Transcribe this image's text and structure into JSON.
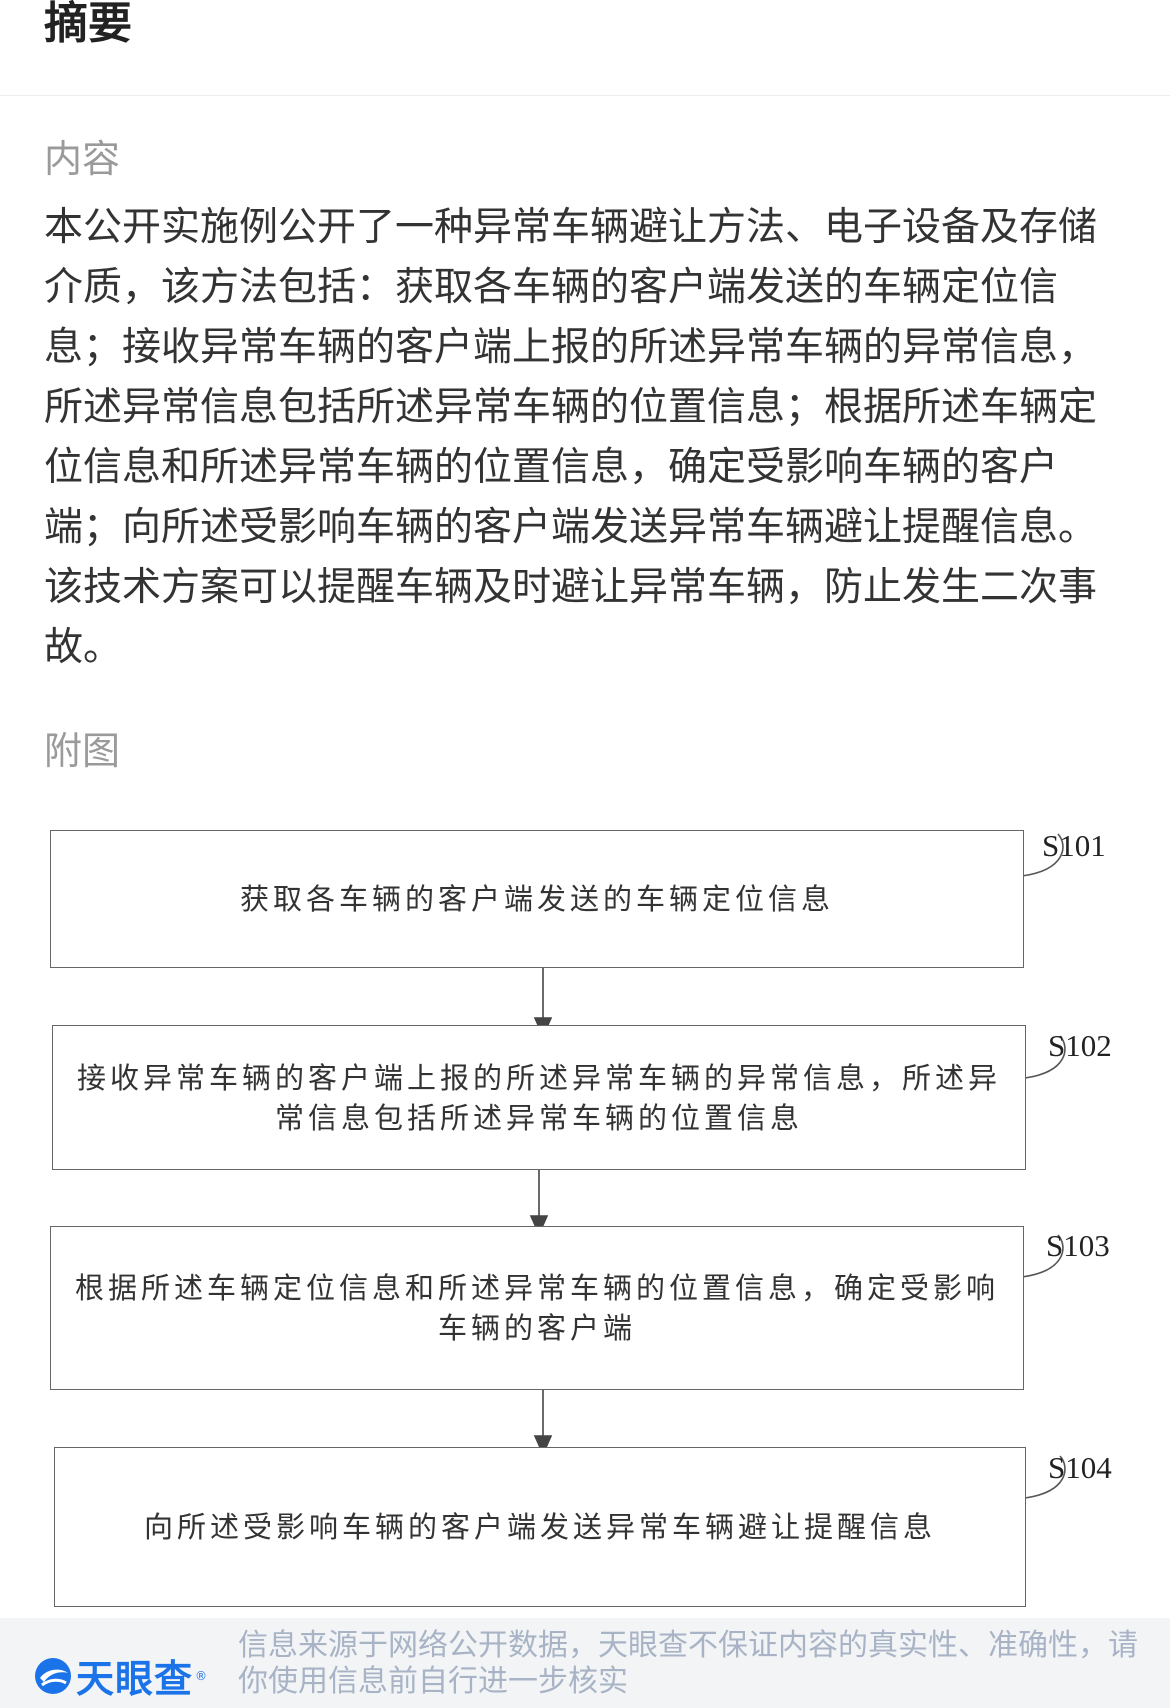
{
  "header": {
    "title": "摘要"
  },
  "content": {
    "label": "内容",
    "abstract": "本公开实施例公开了一种异常车辆避让方法、电子设备及存储介质，该方法包括：获取各车辆的客户端发送的车辆定位信息；接收异常车辆的客户端上报的所述异常车辆的异常信息，所述异常信息包括所述异常车辆的位置信息；根据所述车辆定位信息和所述异常车辆的位置信息，确定受影响车辆的客户端；向所述受影响车辆的客户端发送异常车辆避让提醒信息。该技术方案可以提醒车辆及时避让异常车辆，防止发生二次事故。"
  },
  "figure": {
    "label": "附图",
    "steps": [
      {
        "id": "S101",
        "line1": "获取各车辆的客户端发送的车辆定位信息",
        "line2": ""
      },
      {
        "id": "S102",
        "line1": "接收异常车辆的客户端上报的所述异常车辆的异常信息，所述异",
        "line2": "常信息包括所述异常车辆的位置信息"
      },
      {
        "id": "S103",
        "line1": "根据所述车辆定位信息和所述异常车辆的位置信息，确定受影响",
        "line2": "车辆的客户端"
      },
      {
        "id": "S104",
        "line1": "向所述受影响车辆的客户端发送异常车辆避让提醒信息",
        "line2": ""
      }
    ]
  },
  "footer": {
    "logo_text": "天眼查",
    "logo_mark": "®",
    "disclaimer": "信息来源于网络公开数据，天眼查不保证内容的真实性、准确性，请你使用信息前自行进一步核实"
  },
  "colors": {
    "brand": "#1a73e8",
    "muted": "#9a9a9a",
    "footer_bg": "#f3f4f6"
  }
}
